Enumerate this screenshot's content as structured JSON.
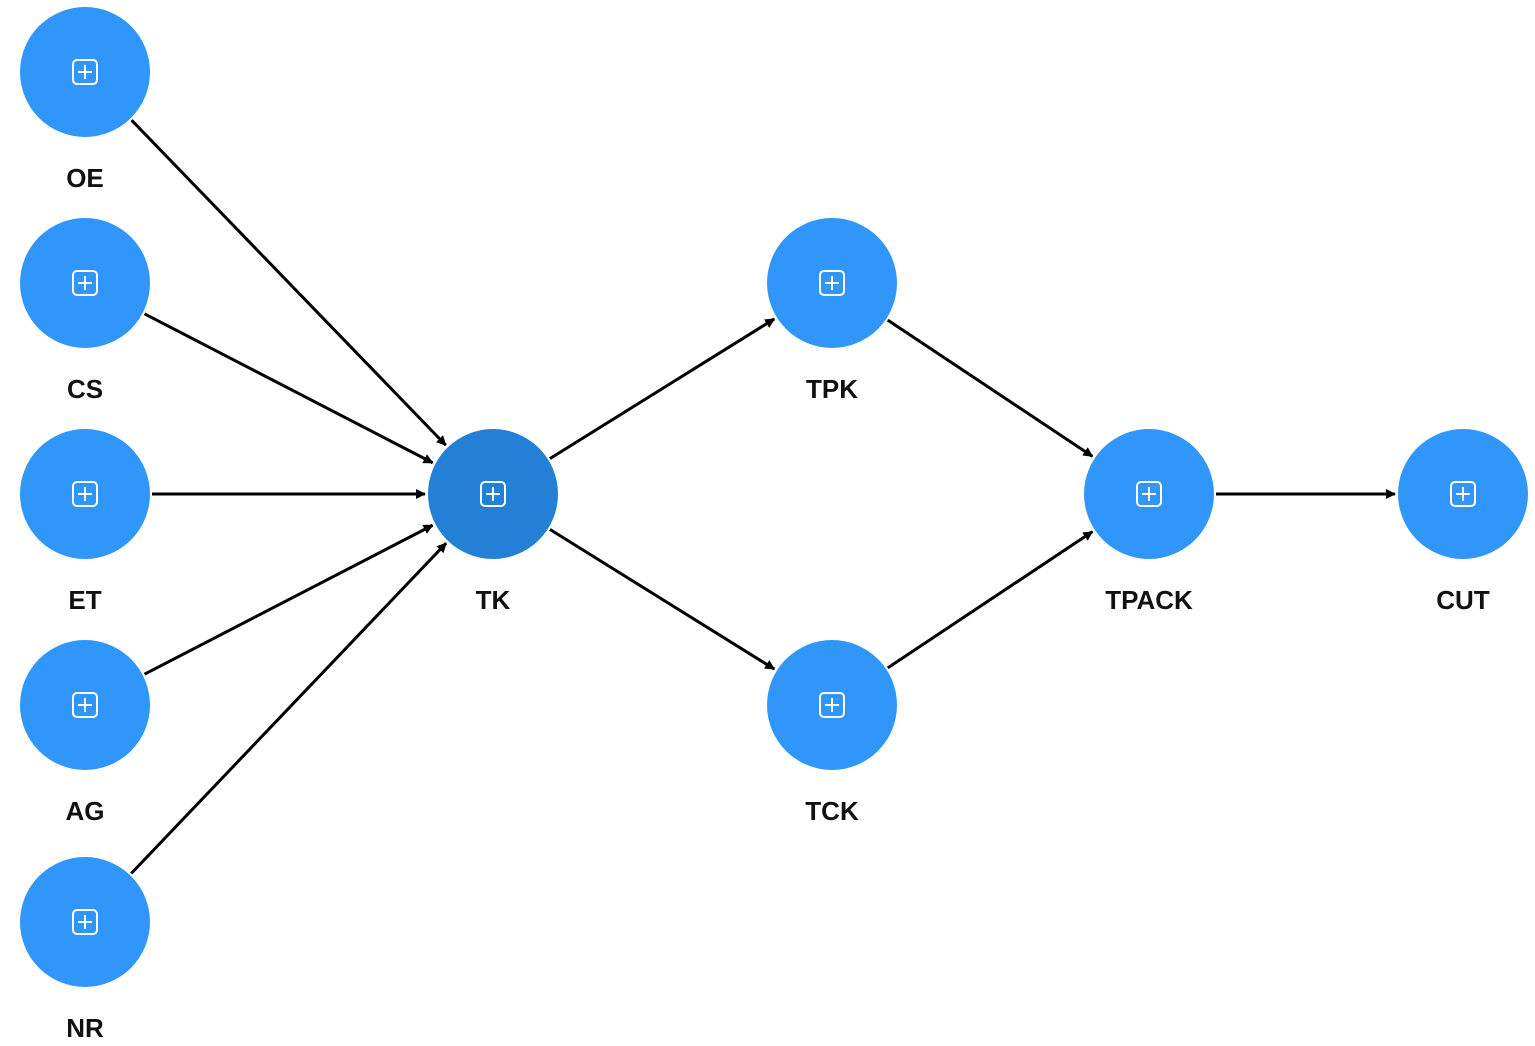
{
  "diagram": {
    "type": "path-model",
    "colors": {
      "node": "#3196FA",
      "node_selected": "#2380D6",
      "edge": "#000000",
      "label": "#111111",
      "icon": "#ffffff"
    },
    "icon": "expand-plus-icon",
    "nodes": [
      {
        "id": "oe",
        "label": "OE"
      },
      {
        "id": "cs",
        "label": "CS"
      },
      {
        "id": "et",
        "label": "ET"
      },
      {
        "id": "ag",
        "label": "AG"
      },
      {
        "id": "nr",
        "label": "NR"
      },
      {
        "id": "tk",
        "label": "TK",
        "selected": true
      },
      {
        "id": "tpk",
        "label": "TPK"
      },
      {
        "id": "tck",
        "label": "TCK"
      },
      {
        "id": "tpack",
        "label": "TPACK"
      },
      {
        "id": "cut",
        "label": "CUT"
      }
    ],
    "edges": [
      {
        "from": "oe",
        "to": "tk"
      },
      {
        "from": "cs",
        "to": "tk"
      },
      {
        "from": "et",
        "to": "tk"
      },
      {
        "from": "ag",
        "to": "tk"
      },
      {
        "from": "nr",
        "to": "tk"
      },
      {
        "from": "tk",
        "to": "tpk"
      },
      {
        "from": "tk",
        "to": "tck"
      },
      {
        "from": "tpk",
        "to": "tpack"
      },
      {
        "from": "tck",
        "to": "tpack"
      },
      {
        "from": "tpack",
        "to": "cut"
      }
    ]
  }
}
